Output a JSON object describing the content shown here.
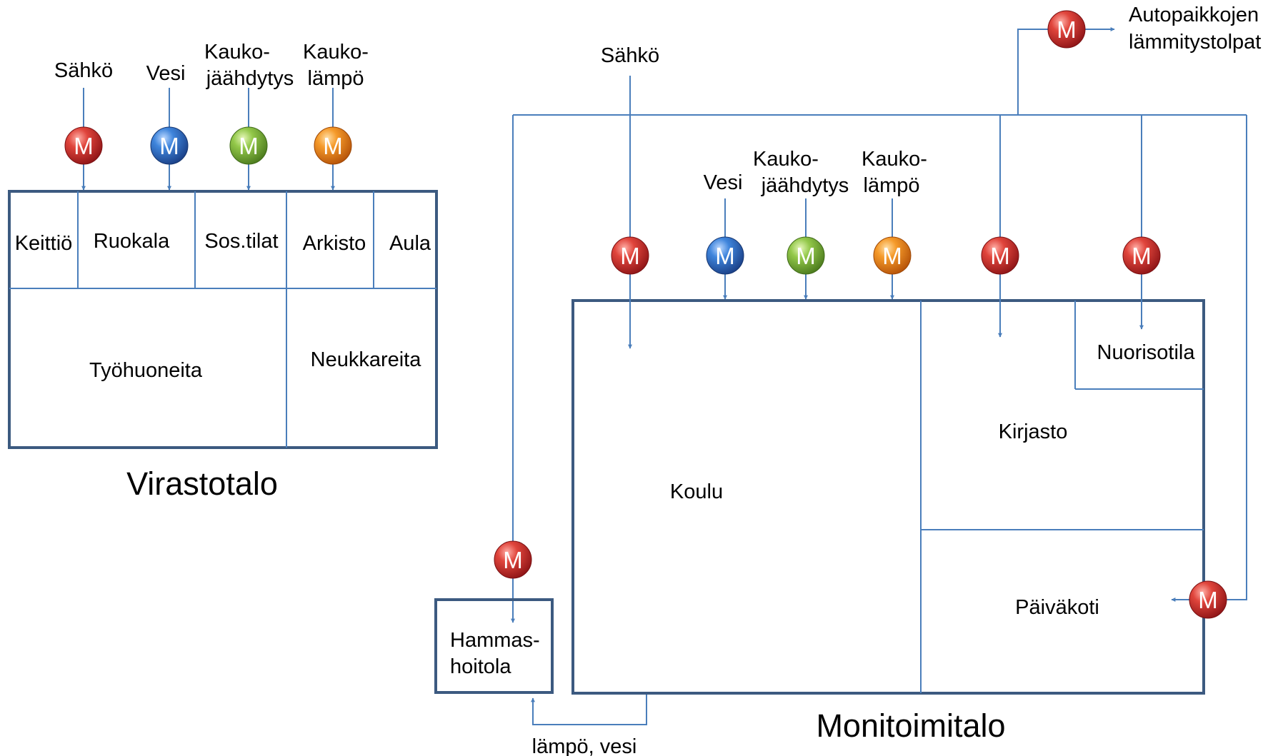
{
  "virastotalo": {
    "title": "Virastotalo",
    "rooms": {
      "keittio": "Keittiö",
      "ruokala": "Ruokala",
      "sostilat": "Sos.tilat",
      "arkisto": "Arkisto",
      "aula": "Aula",
      "tyohuoneita": "Työhuoneita",
      "neukkareita": "Neukkareita"
    },
    "feeds": {
      "sahko": "Sähkö",
      "vesi": "Vesi",
      "kaukojaahdytys_1": "Kauko-",
      "kaukojaahdytys_2": "jäähdytys",
      "kaukolampo_1": "Kauko-",
      "kaukolampo_2": "lämpö"
    }
  },
  "monitoimitalo": {
    "title": "Monitoimitalo",
    "rooms": {
      "koulu": "Koulu",
      "kirjasto": "Kirjasto",
      "nuorisotila": "Nuorisotila",
      "paivakoti": "Päiväkoti"
    },
    "feeds": {
      "sahko": "Sähkö",
      "vesi": "Vesi",
      "kaukojaahdytys_1": "Kauko-",
      "kaukojaahdytys_2": "jäähdytys",
      "kaukolampo_1": "Kauko-",
      "kaukolampo_2": "lämpö"
    }
  },
  "hammashoitola": {
    "line1": "Hammas-",
    "line2": "hoitola",
    "supply": "lämpö, vesi"
  },
  "autopaikat": {
    "line1": "Autopaikkojen",
    "line2": "lämmitystolpat"
  },
  "meter_letter": "M",
  "meter_colors": {
    "sahko": "#c0282d",
    "vesi": "#2a6cc4",
    "kaukojaahdytys": "#7fb43a",
    "kaukolampo": "#f08a1c"
  },
  "line_color": "#4a7ebb",
  "wall_color": "#3c5a80"
}
